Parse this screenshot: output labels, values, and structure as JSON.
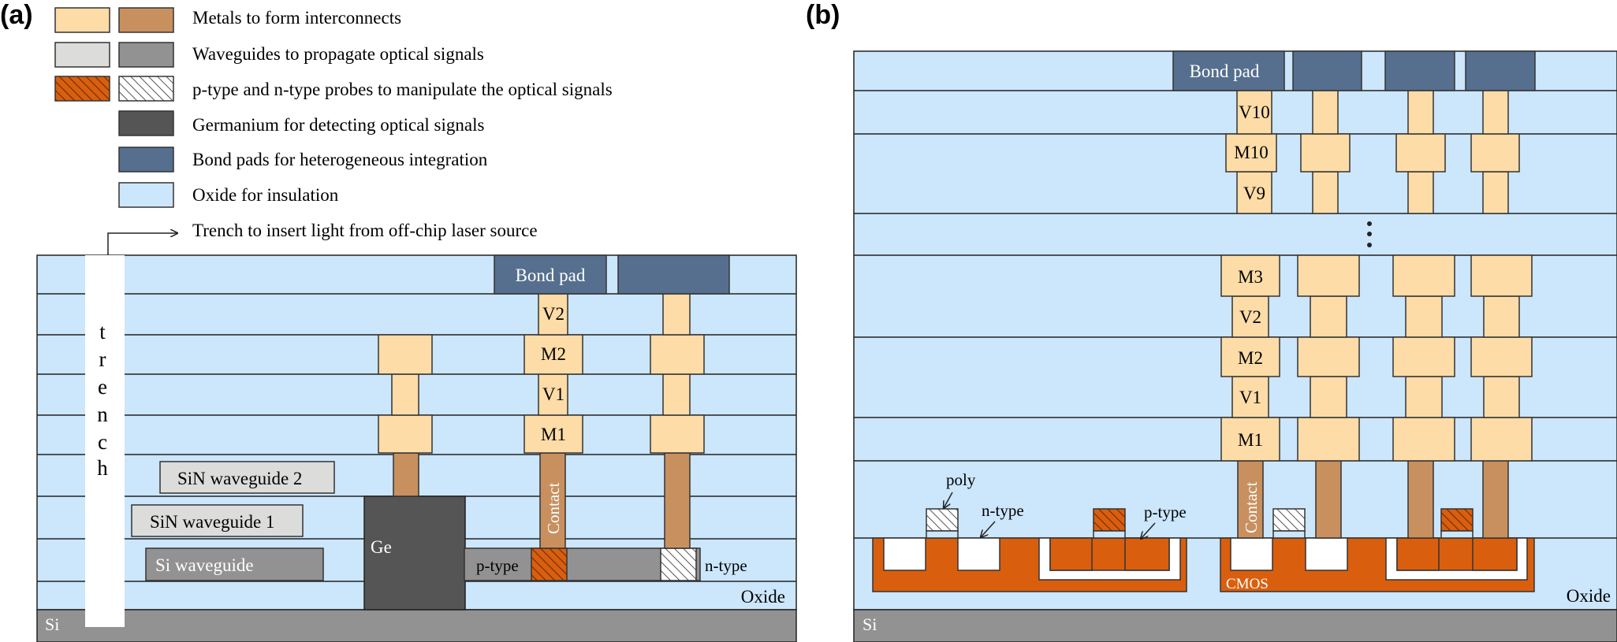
{
  "panels": {
    "a_label": "(a)",
    "b_label": "(b)"
  },
  "legend": {
    "items": [
      {
        "label": "Metals to form interconnects"
      },
      {
        "label": "Waveguides to propagate optical signals"
      },
      {
        "label": "p-type and n-type probes to manipulate the optical signals"
      },
      {
        "label": "Germanium for detecting optical signals"
      },
      {
        "label": "Bond pads for heterogeneous integration"
      },
      {
        "label": "Oxide for insulation"
      },
      {
        "label": "Trench to insert light from off-chip laser source"
      }
    ]
  },
  "panel_a": {
    "trench_letters": [
      "t",
      "r",
      "e",
      "n",
      "c",
      "h"
    ],
    "bond_pad": "Bond pad",
    "v2": "V2",
    "m2": "M2",
    "v1": "V1",
    "m1": "M1",
    "contact": "Contact",
    "sin_wg2": "SiN waveguide 2",
    "sin_wg1": "SiN waveguide 1",
    "si_wg": "Si waveguide",
    "ge": "Ge",
    "ptype": "p-type",
    "ntype": "n-type",
    "oxide": "Oxide",
    "si": "Si"
  },
  "panel_b": {
    "bond_pad": "Bond pad",
    "v10": "V10",
    "m10": "M10",
    "v9": "V9",
    "m3": "M3",
    "v2": "V2",
    "m2": "M2",
    "v1": "V1",
    "m1": "M1",
    "contact": "Contact",
    "poly": "poly",
    "ntype": "n-type",
    "ptype": "p-type",
    "cmos": "CMOS",
    "oxide": "Oxide",
    "si": "Si"
  },
  "colors": {
    "metal_light": "#FDDCA7",
    "metal_dark": "#C8905F",
    "waveguide_light": "#DCDCDA",
    "waveguide_dark": "#929292",
    "probe_orange": "#D95F0E",
    "germanium": "#555555",
    "bond_pad": "#566F8F",
    "oxide": "#CCE6FC",
    "substrate": "#929292",
    "cmos": "#D95F0E"
  }
}
